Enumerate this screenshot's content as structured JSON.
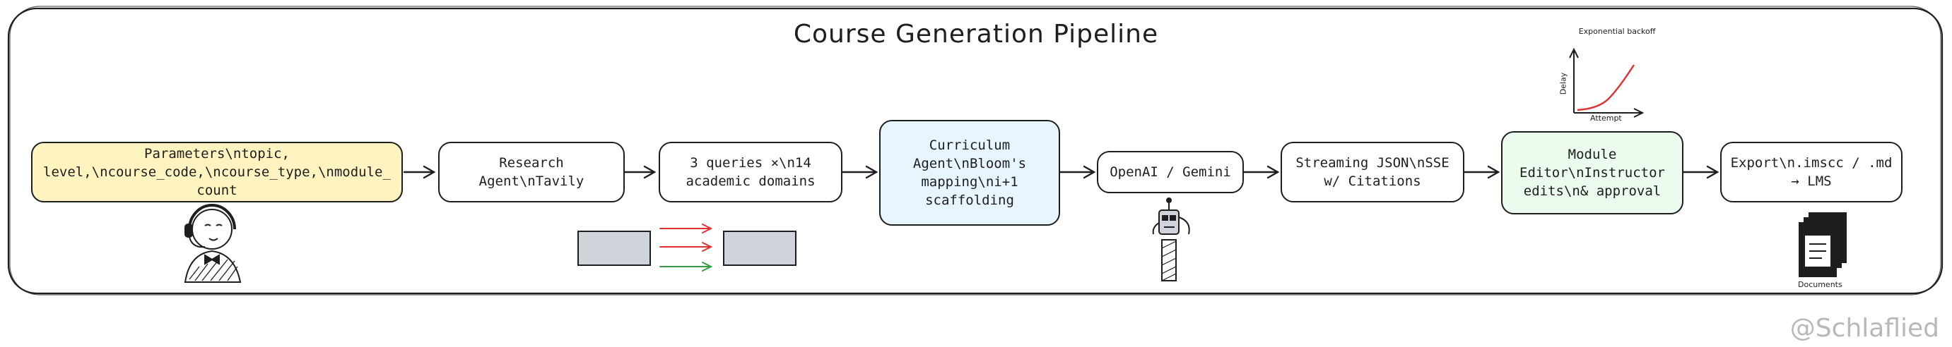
{
  "diagram": {
    "title": "Course Generation Pipeline",
    "nodes": [
      {
        "id": "parameters",
        "label": "Parameters\\ntopic, level,\\ncourse_code,\\ncourse_type,\\nmodule_count",
        "fill": "#fff3bf"
      },
      {
        "id": "research",
        "label": "Research Agent\\nTavily",
        "fill": "#ffffff"
      },
      {
        "id": "queries",
        "label": "3 queries ×\\n14 academic domains",
        "fill": "#ffffff"
      },
      {
        "id": "curriculum",
        "label": "Curriculum Agent\\nBloom's mapping\\ni+1 scaffolding",
        "fill": "#e7f5ff"
      },
      {
        "id": "llm",
        "label": "OpenAI / Gemini",
        "fill": "#ffffff"
      },
      {
        "id": "streaming",
        "label": "Streaming JSON\\nSSE w/ Citations",
        "fill": "#ffffff"
      },
      {
        "id": "editor",
        "label": "Module Editor\\nInstructor edits\\n& approval",
        "fill": "#ebfbee"
      },
      {
        "id": "export",
        "label": "Export\\n.imscc / .md → LMS",
        "fill": "#ffffff"
      }
    ],
    "edges": [
      {
        "from": "parameters",
        "to": "research"
      },
      {
        "from": "research",
        "to": "queries"
      },
      {
        "from": "queries",
        "to": "curriculum"
      },
      {
        "from": "curriculum",
        "to": "llm"
      },
      {
        "from": "llm",
        "to": "streaming"
      },
      {
        "from": "streaming",
        "to": "editor"
      },
      {
        "from": "editor",
        "to": "export"
      }
    ],
    "backoff_chart": {
      "title": "Exponential backoff",
      "xlabel": "Attempt",
      "ylabel": "Delay"
    },
    "documents_label": "Documents",
    "watermark": "@Schlaflied",
    "colors": {
      "stroke": "#1e1e1e",
      "red_arrow": "#e03131",
      "green_arrow": "#2f9e44",
      "gray_box": "#ced4da",
      "watermark": "#b8b8b8"
    }
  }
}
